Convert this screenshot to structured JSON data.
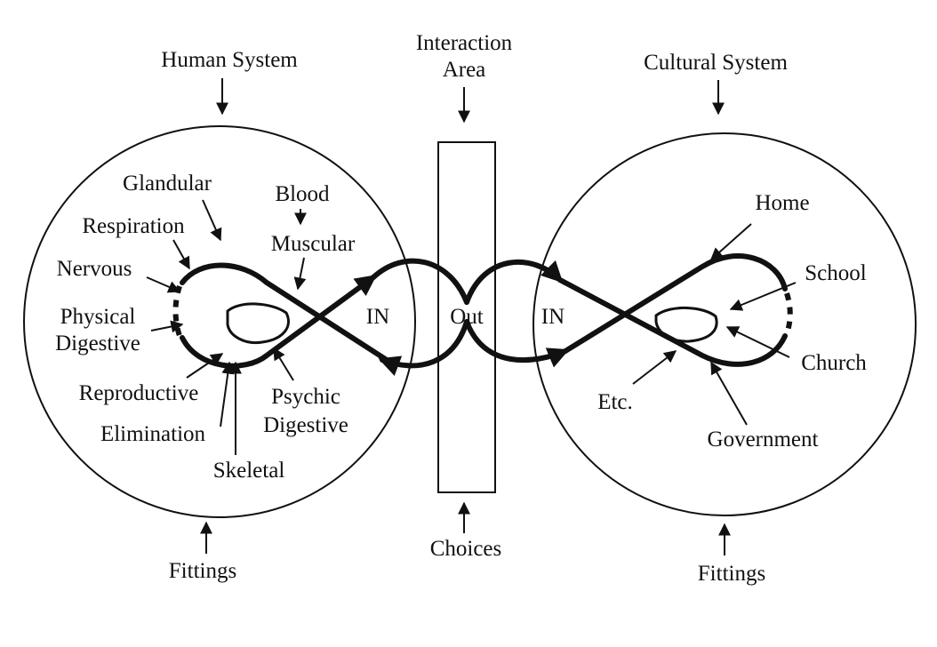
{
  "headers": {
    "human_system": "Human System",
    "interaction_line1": "Interaction",
    "interaction_line2": "Area",
    "cultural_system": "Cultural System"
  },
  "human": {
    "glandular": "Glandular",
    "blood": "Blood",
    "respiration": "Respiration",
    "muscular": "Muscular",
    "nervous": "Nervous",
    "physical_line1": "Physical",
    "physical_line2": "Digestive",
    "reproductive": "Reproductive",
    "psychic_line1": "Psychic",
    "psychic_line2": "Digestive",
    "elimination": "Elimination",
    "skeletal": "Skeletal"
  },
  "flow": {
    "in_left": "IN",
    "out": "Out",
    "in_right": "IN"
  },
  "cultural": {
    "home": "Home",
    "school": "School",
    "church": "Church",
    "etc": "Etc.",
    "government": "Government"
  },
  "footers": {
    "fittings_left": "Fittings",
    "choices": "Choices",
    "fittings_right": "Fittings"
  }
}
